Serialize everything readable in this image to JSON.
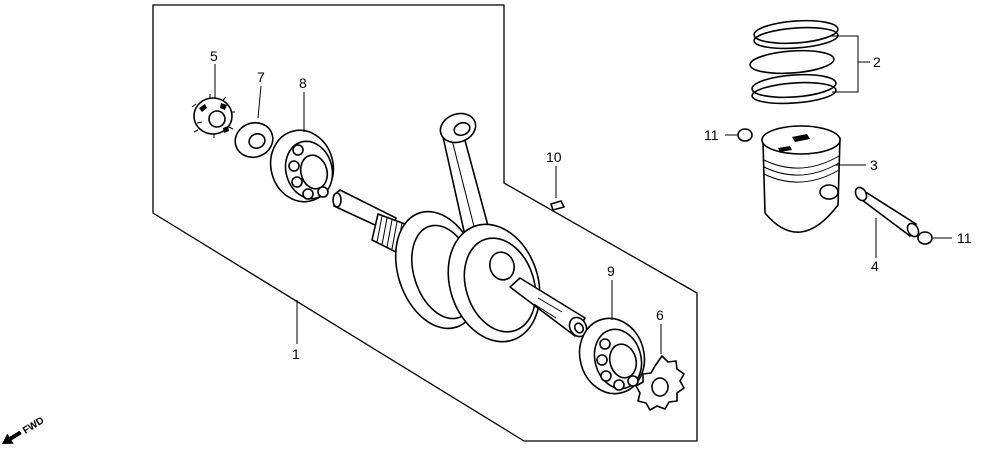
{
  "callouts": {
    "c1": "1",
    "c2": "2",
    "c3": "3",
    "c4": "4",
    "c5": "5",
    "c6": "6",
    "c7": "7",
    "c8": "8",
    "c9": "9",
    "c10": "10",
    "c11_left": "11",
    "c11_right": "11"
  },
  "direction_indicator": {
    "label": "FWD",
    "icon": "forward-arrow-icon"
  },
  "colors": {
    "line": "#000000",
    "background": "#ffffff"
  }
}
